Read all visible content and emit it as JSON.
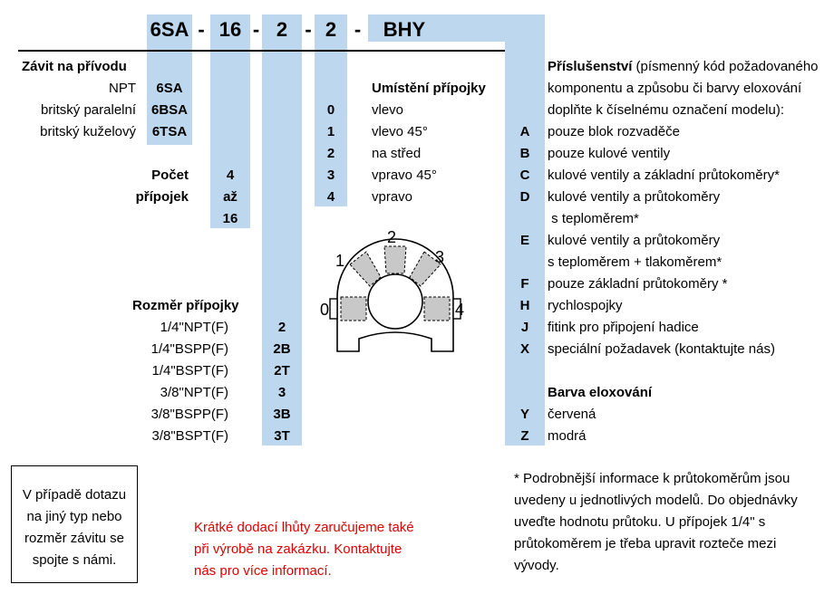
{
  "code": {
    "parts": [
      "6SA",
      "16",
      "2",
      "2",
      "BHY"
    ],
    "separators": [
      "-",
      "-",
      "-",
      "-"
    ]
  },
  "thread": {
    "title": "Závit na přívodu",
    "rows": [
      {
        "label": "NPT",
        "code": "6SA"
      },
      {
        "label": "britský paralelní",
        "code": "6BSA"
      },
      {
        "label": "britský kuželový",
        "code": "6TSA"
      }
    ]
  },
  "ports_count": {
    "title_line1": "Počet",
    "title_line2": "přípojek",
    "values": [
      "4",
      "až",
      "16"
    ]
  },
  "position": {
    "title": "Umístění přípojky",
    "rows": [
      {
        "code": "0",
        "label": "vlevo"
      },
      {
        "code": "1",
        "label": "vlevo 45°"
      },
      {
        "code": "2",
        "label": "na střed"
      },
      {
        "code": "3",
        "label": "vpravo 45°"
      },
      {
        "code": "4",
        "label": "vpravo"
      }
    ],
    "diagram_labels": [
      "0",
      "1",
      "2",
      "3",
      "4"
    ]
  },
  "size": {
    "title": "Rozměr přípojky",
    "rows": [
      {
        "label": "1/4\"NPT(F)",
        "code": "2"
      },
      {
        "label": "1/4\"BSPP(F)",
        "code": "2B"
      },
      {
        "label": "1/4\"BSPT(F)",
        "code": "2T"
      },
      {
        "label": "3/8\"NPT(F)",
        "code": "3"
      },
      {
        "label": "3/8\"BSPP(F)",
        "code": "3B"
      },
      {
        "label": "3/8\"BSPT(F)",
        "code": "3T"
      }
    ]
  },
  "accessories": {
    "title": "Příslušenství",
    "intro_line1": " (písmenný kód požadovaného",
    "intro_line2": "komponentu a způsobu či barvy eloxování",
    "intro_line3": "doplňte k číselnému označení modelu):",
    "rows": [
      {
        "code": "A",
        "lines": [
          "pouze blok rozvaděče"
        ]
      },
      {
        "code": "B",
        "lines": [
          "pouze kulové ventily"
        ]
      },
      {
        "code": "C",
        "lines": [
          "kulové ventily a základní průtokoměry*"
        ]
      },
      {
        "code": "D",
        "lines": [
          "kulové ventily a průtokoměry",
          " s teploměrem*"
        ]
      },
      {
        "code": "E",
        "lines": [
          "kulové ventily a průtokoměry",
          "s teploměrem + tlakoměrem*"
        ]
      },
      {
        "code": "F",
        "lines": [
          "pouze základní průtokoměry *"
        ]
      },
      {
        "code": "H",
        "lines": [
          "rychlospojky"
        ]
      },
      {
        "code": "J",
        "lines": [
          "fitink pro připojení hadice"
        ]
      },
      {
        "code": "X",
        "lines": [
          "speciální požadavek (kontaktujte nás)"
        ]
      }
    ]
  },
  "anodizing": {
    "title": "Barva eloxování",
    "rows": [
      {
        "code": "Y",
        "label": "červená"
      },
      {
        "code": "Z",
        "label": "modrá"
      }
    ]
  },
  "footnote": {
    "lines": [
      "* Podrobnější informace k průtokoměrům jsou",
      "uvedeny u jednotlivých modelů. Do objednávky",
      "uveďte hodnotu průtoku. U přípojek 1/4\" s",
      "průtokoměrem je třeba upravit rozteče mezi",
      "vývody."
    ]
  },
  "inquiry_box": {
    "lines": [
      "V případě dotazu",
      "na jiný typ nebo",
      "rozměr závitu se",
      "spojte s námi."
    ]
  },
  "delivery_note": {
    "lines": [
      "Krátké dodací lhůty zaručujeme také",
      "při výrobě na zakázku. Kontaktujte",
      "nás pro více informací."
    ],
    "color": "#e10000"
  },
  "colors": {
    "column_fill": "#bdd7ee",
    "diagram_port_fill": "#c8c8c8"
  }
}
